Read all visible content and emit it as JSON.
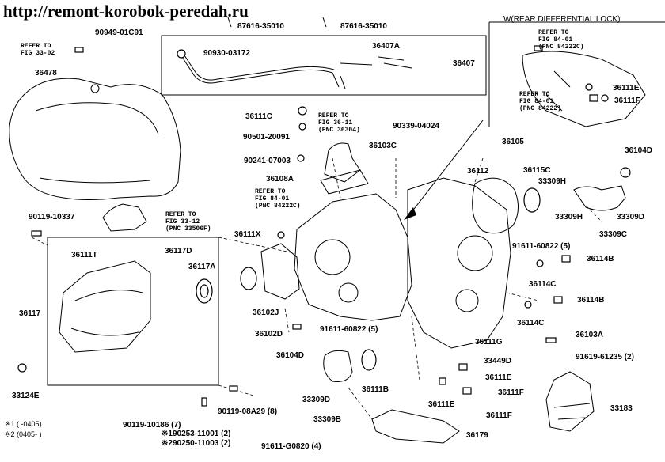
{
  "header": {
    "site_url": "http://remont-korobok-peredah.ru"
  },
  "inset": {
    "title": "W(REAR DIFFERENTIAL LOCK)"
  },
  "parts": {
    "p87616_35010_a": "87616-35010",
    "p87616_35010_b": "87616-35010",
    "p90949_01c91": "90949-01C91",
    "p36478": "36478",
    "p90930_03172": "90930-03172",
    "p36407a": "36407A",
    "p36407": "36407",
    "p36111e_w": "36111E",
    "p36111f_w": "36111F",
    "p36111c": "36111C",
    "p90501_20091": "90501-20091",
    "p90339_04024": "90339-04024",
    "p36103c": "36103C",
    "p36105": "36105",
    "p36104d_r": "36104D",
    "p90241_07003": "90241-07003",
    "p36108a": "36108A",
    "p36112": "36112",
    "p36115c": "36115C",
    "p33309h_a": "33309H",
    "p33309h_b": "33309H",
    "p33309d_r": "33309D",
    "p33309c": "33309C",
    "p90119_10337": "90119-10337",
    "p36111x": "36111X",
    "p91611_60822_a": "91611-60822 (5)",
    "p36111t": "36111T",
    "p36117d": "36117D",
    "p36117a": "36117A",
    "p36114b_a": "36114B",
    "p36114c_a": "36114C",
    "p36114b_b": "36114B",
    "p36114c_b": "36114C",
    "p36117": "36117",
    "p36102j": "36102J",
    "p36102d": "36102D",
    "p91611_60822_b": "91611-60822 (5)",
    "p36103a": "36103A",
    "p36111g": "36111G",
    "p36104d_b": "36104D",
    "p33449d": "33449D",
    "p91619_61235": "91619-61235 (2)",
    "p36111e_a": "36111E",
    "p36111b": "36111B",
    "p36111f_a": "36111F",
    "p33183": "33183",
    "p33124e": "33124E",
    "p33309d_b": "33309D",
    "p33309b": "33309B",
    "p36111e_b": "36111E",
    "p36111f_b": "36111F",
    "p90119_10186": "90119-10186 (7)",
    "p90119_08a29": "90119-08A29 (8)",
    "p90253_11001": "※190253-11001 (2)",
    "p90250_11003": "※290250-11003 (2)",
    "p91611_g0820": "91611-G0820 (4)",
    "p36179": "36179"
  },
  "refs": {
    "fig33_02": {
      "l1": "REFER TO",
      "l2": "FIG 33-02"
    },
    "fig84_01_a": {
      "l1": "REFER TO",
      "l2": "FIG 84-01",
      "l3": "(PNC 84222C)"
    },
    "fig84_01_b": {
      "l1": "REFER TO",
      "l2": "FIG 84-01",
      "l3": "(PNC 84222)"
    },
    "fig36_11": {
      "l1": "REFER TO",
      "l2": "FIG 36-11",
      "l3": "(PNC 36304)"
    },
    "fig84_01_c": {
      "l1": "REFER TO",
      "l2": "FIG 84-01",
      "l3": "(PNC 84222C)"
    },
    "fig33_12": {
      "l1": "REFER TO",
      "l2": "FIG 33-12",
      "l3": "(PNC 33506F)"
    }
  },
  "notes": {
    "n1": "※1 (      -0405)",
    "n2": "※2 (0405-      )"
  }
}
